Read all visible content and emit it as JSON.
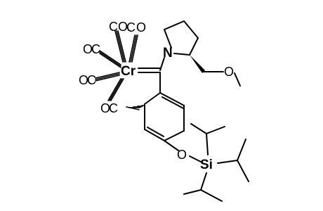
{
  "molecule": {
    "metal": "Cr",
    "carbonyl_oxygen": "O",
    "carbonyl_carbon": "C",
    "ring_nitrogen": "N",
    "ether_oxygen": "O",
    "silyl_oxygen": "O",
    "silicon": "Si"
  },
  "colors": {
    "bond": "#000000",
    "background": "#ffffff"
  }
}
